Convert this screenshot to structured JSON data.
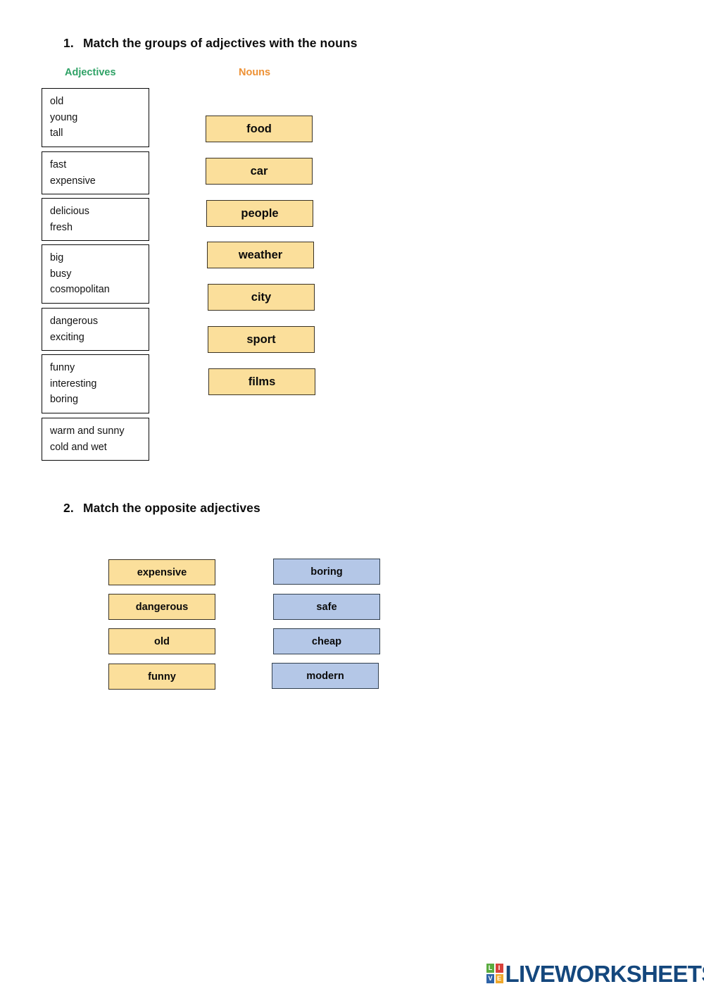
{
  "worksheet": {
    "background_color": "#ffffff",
    "exercises": [
      {
        "number": "1.",
        "title": "Match the groups of adjectives with the nouns",
        "columns": {
          "left_caption": "Adjectives",
          "left_caption_color": "#2fa266",
          "right_caption": "Nouns",
          "right_caption_color": "#ed9135"
        },
        "adjective_groups": [
          {
            "lines": [
              "old",
              "young",
              "tall"
            ]
          },
          {
            "lines": [
              "fast",
              "expensive"
            ]
          },
          {
            "lines": [
              "delicious",
              "fresh"
            ]
          },
          {
            "lines": [
              "big",
              "busy",
              "cosmopolitan"
            ]
          },
          {
            "lines": [
              "dangerous",
              "exciting"
            ]
          },
          {
            "lines": [
              "funny",
              "interesting",
              "boring"
            ]
          },
          {
            "lines": [
              "warm and sunny",
              "cold and wet"
            ]
          }
        ],
        "nouns": [
          "food",
          "car",
          "people",
          "weather",
          "city",
          "sport",
          "films"
        ],
        "noun_box_color": "#fbdf9b",
        "noun_box_border_color": "#3a3223"
      },
      {
        "number": "2.",
        "title": "Match the opposite adjectives",
        "left_cards": [
          "expensive",
          "dangerous",
          "old",
          "funny"
        ],
        "right_cards": [
          "boring",
          "safe",
          "cheap",
          "modern"
        ],
        "left_card_color": "#fbdf9b",
        "right_card_color": "#b4c7e7"
      }
    ],
    "footer": {
      "logo_tiles": [
        {
          "letter": "L",
          "color": "#5aab3f"
        },
        {
          "letter": "I",
          "color": "#d8413a"
        },
        {
          "letter": "V",
          "color": "#2e63a8"
        },
        {
          "letter": "E",
          "color": "#efa82c"
        }
      ],
      "brand_text": "LIVEWORKSHEETS",
      "brand_color": "#14477d"
    }
  }
}
